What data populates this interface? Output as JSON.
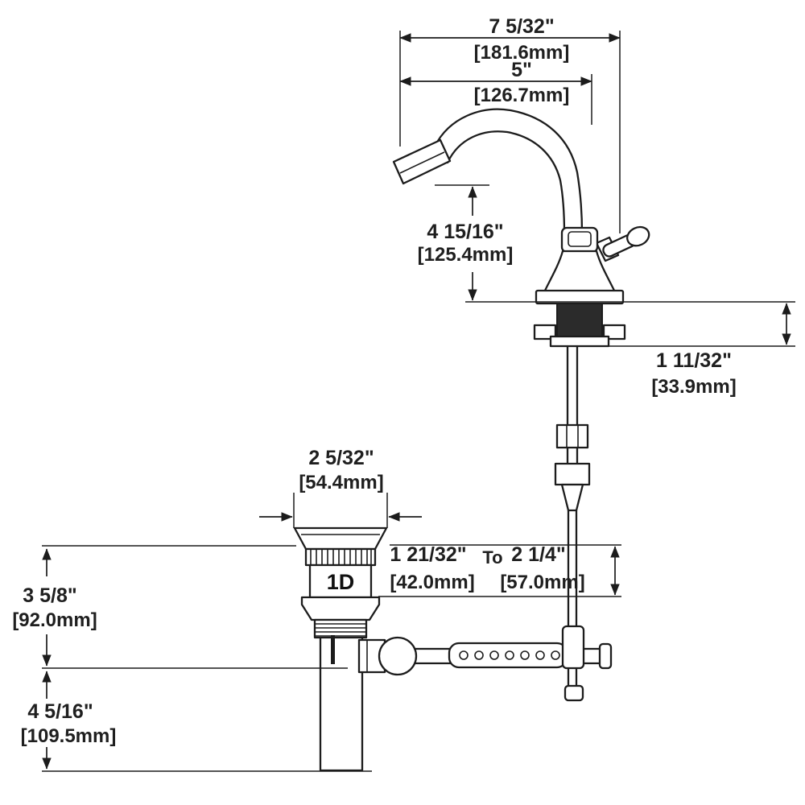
{
  "diagram": {
    "title": "faucet-installation-dimension-drawing",
    "spout_overall": {
      "inches": "7 5/32\"",
      "mm": "[181.6mm]"
    },
    "spout_reach": {
      "inches": "5\"",
      "mm": "[126.7mm]"
    },
    "spout_height": {
      "inches": "4 15/16\"",
      "mm": "[125.4mm]"
    },
    "max_deck": {
      "inches": "1 11/32\"",
      "mm": "[33.9mm]"
    },
    "flange_dia": {
      "inches": "2 5/32\"",
      "mm": "[54.4mm]"
    },
    "adjust": {
      "min_in": "1 21/32\"",
      "to": "To",
      "max_in": "2 1/4\"",
      "min_mm": "[42.0mm]",
      "max_mm": "[57.0mm]"
    },
    "above_counter": {
      "inches": "3 5/8\"",
      "mm": "[92.0mm]"
    },
    "below_counter": {
      "inches": "4 5/16\"",
      "mm": "[109.5mm]"
    },
    "drain_mark": "1D"
  }
}
